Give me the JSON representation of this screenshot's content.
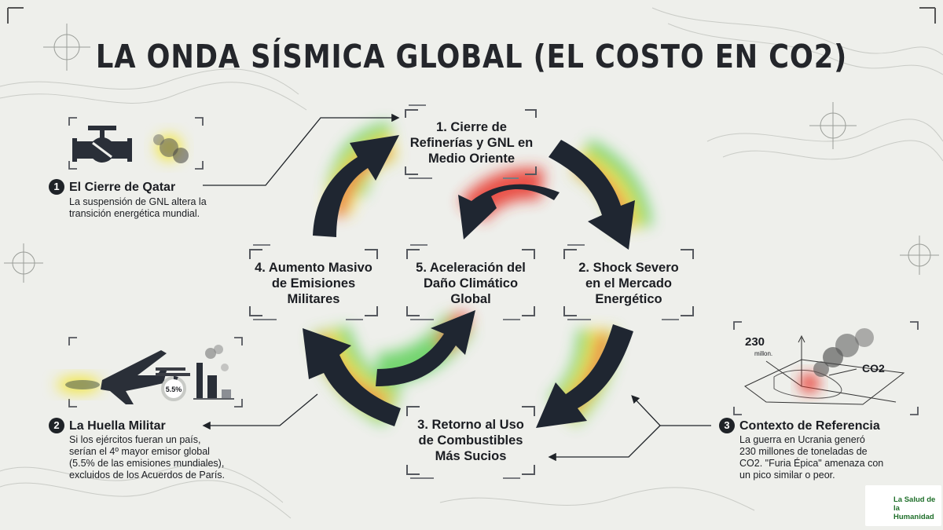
{
  "title": "LA ONDA SÍSMICA GLOBAL (EL COSTO EN CO2)",
  "cycle": {
    "node1": "1. Cierre de\nRefinerías y GNL en\nMedio Oriente",
    "node2": "2. Shock Severo\nen el Mercado\nEnergético",
    "node3": "3. Retorno al Uso\nde Combustibles\nMás Sucios",
    "node4": "4. Aumento Masivo\nde Emisiones\nMilitares",
    "node5": "5. Aceleración del\nDaño Climático\nGlobal"
  },
  "side": {
    "qatar": {
      "number": "1",
      "title": "El Cierre de Qatar",
      "text": "La suspensión de GNL altera la\ntransición energética mundial."
    },
    "military": {
      "number": "2",
      "title": "La Huella Militar",
      "text": "Si los ejércitos fueran un país,\nserían el 4º mayor emisor global\n(5.5% de las emisiones mundiales),\nexcluidos de los Acuerdos de París.",
      "percent": "5.5%"
    },
    "context": {
      "number": "3",
      "title": "Contexto de Referencia",
      "text": "La guerra en Ucrania generó\n230 millones de toneladas de\nCO2. \"Furia Épica\" amenaza con\nun pico similar o peor.",
      "value": "230",
      "unit": "millon.",
      "gas": "CO2"
    }
  },
  "logo": {
    "text": "La Salud de la\nHumanidad"
  },
  "colors": {
    "arrow": "#1f2631",
    "glow_red": "#e8352a",
    "glow_yellow": "#f2e63a",
    "glow_green": "#5fd05a",
    "background": "#eeefeb"
  }
}
